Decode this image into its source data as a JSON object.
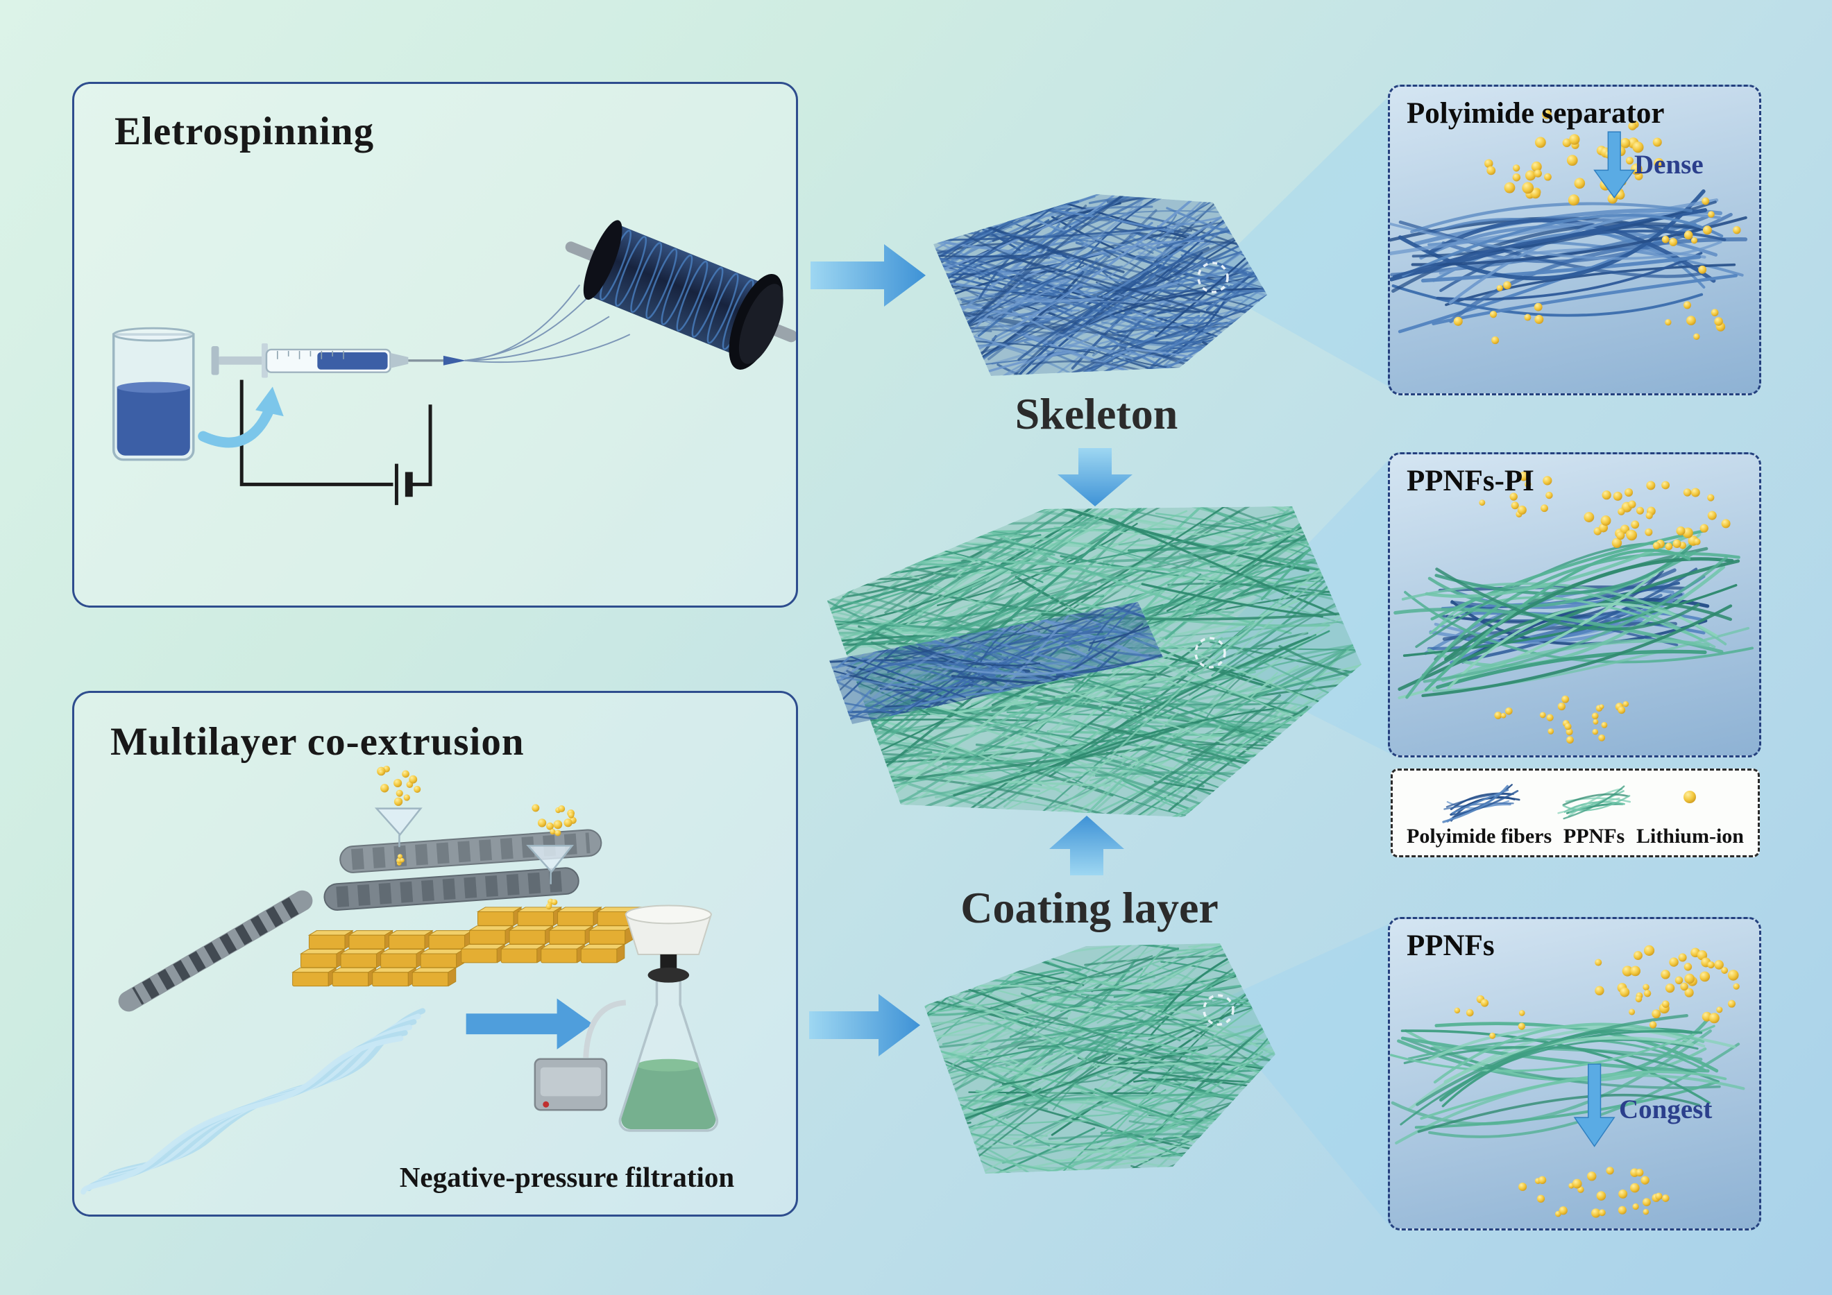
{
  "electrospinning": {
    "title": "Eletrospinning"
  },
  "coextrusion": {
    "title": "Multilayer co-extrusion",
    "caption": "Negative-pressure filtration"
  },
  "process": {
    "skeleton_label": "Skeleton",
    "coating_label": "Coating layer"
  },
  "zoom_panels": {
    "separator": {
      "title": "Polyimide separator",
      "annotation": "Dense"
    },
    "composite": {
      "title": "PPNFs-PI"
    },
    "ppnfs": {
      "title": "PPNFs",
      "annotation": "Congest"
    }
  },
  "legend": {
    "items": [
      {
        "label": "Polyimide fibers",
        "icon": "polyimide-fibers-icon",
        "color": "#3f6fae"
      },
      {
        "label": "PPNFs",
        "icon": "ppnfs-icon",
        "color": "#55b295"
      },
      {
        "label": "Lithium-ion",
        "icon": "lithium-ion-icon",
        "color": "#f3c83e"
      }
    ]
  },
  "colors": {
    "background_top": "#dcf3e8",
    "background_bottom": "#a9d2ea",
    "panel_border": "#2e4d8e",
    "zoom_panel_border": "#24407e",
    "arrow_blue": "#4f9edc",
    "annotation_text": "#2b3f8c",
    "polyimide_fiber": "#3f6fae",
    "ppnf_fiber": "#55b295",
    "lithium_ion": "#f3c83e",
    "flask_liquid": "#3e8f5c"
  }
}
